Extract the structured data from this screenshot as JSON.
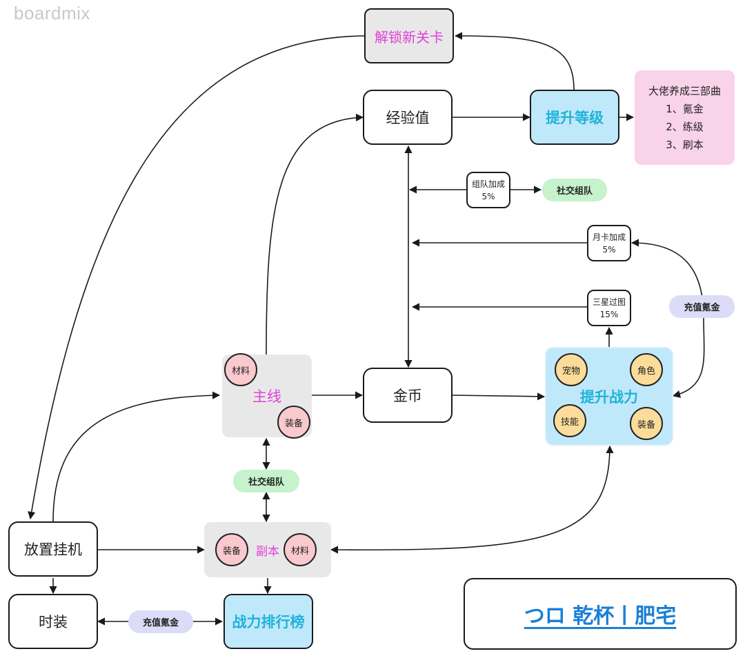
{
  "watermarks": {
    "top": "boardmix",
    "bottom": "boardmix"
  },
  "nodes": {
    "unlock": "解锁新关卡",
    "exp": "经验值",
    "levelup": "提升等级",
    "tips": {
      "title": "大佬养成三部曲",
      "items": [
        "1、氪金",
        "2、练级",
        "3、刷本"
      ]
    },
    "team_bonus": {
      "line1": "组队加成",
      "line2": "5%"
    },
    "social1": "社交组队",
    "monthly": {
      "line1": "月卡加成",
      "line2": "5%"
    },
    "three_star": {
      "line1": "三星过图",
      "line2": "15%"
    },
    "recharge1": "充值氪金",
    "mainline": {
      "label": "主线",
      "badges": [
        "材料",
        "装备"
      ]
    },
    "gold": "金币",
    "power": {
      "label": "提升战力",
      "badges": [
        "宠物",
        "角色",
        "技能",
        "装备"
      ]
    },
    "social2": "社交组队",
    "idle": "放置挂机",
    "dungeon": {
      "label": "副本",
      "badges": [
        "装备",
        "材料"
      ]
    },
    "costume": "时装",
    "recharge2": "充值氪金",
    "ranking": "战力排行榜",
    "title_card": "つロ 乾杯丨肥宅"
  },
  "colors": {
    "magenta_text": "#e040d8",
    "cyan_text": "#1fb3d8",
    "pill_green": "#c6f2cc",
    "pill_purple": "#dcdcf8",
    "tips_pink": "#f9d3ea",
    "link_blue": "#1a7fd6"
  }
}
